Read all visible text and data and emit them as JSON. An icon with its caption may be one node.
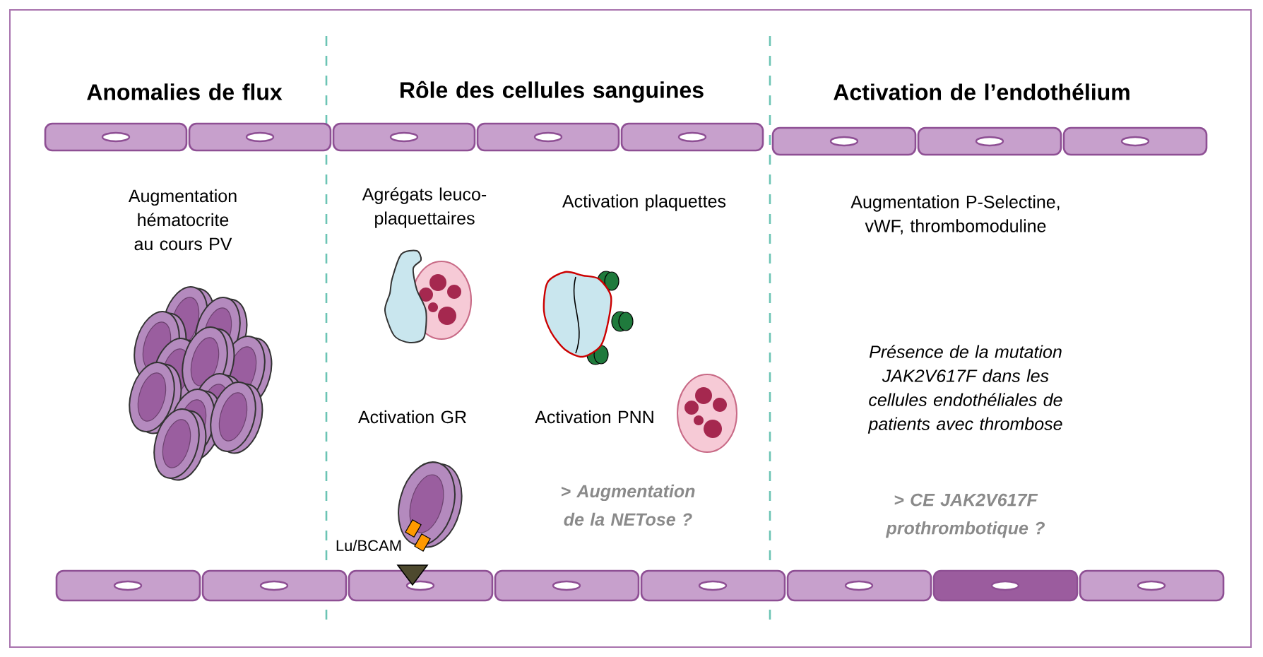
{
  "diagram": {
    "labels": [
      "Anomalies de flux",
      "Rôle des cellules sanguines",
      "Activation de l’endothélium",
      "Augmentation hématocrite au cours PV",
      "Agrégats leuco-plaquettaires",
      "Activation plaquettes",
      "Activation GR",
      "Activation PNN",
      "> Augmentation de la NETose ?",
      "Lu/BCAM",
      "Augmentation P-Selectine, vWF, thrombomoduline",
      "Présence de la mutation JAK2V617F dans les cellules endothéliales de patients avec thrombose",
      "> CE JAK2V617F prothrombotique ?"
    ]
  }
}
